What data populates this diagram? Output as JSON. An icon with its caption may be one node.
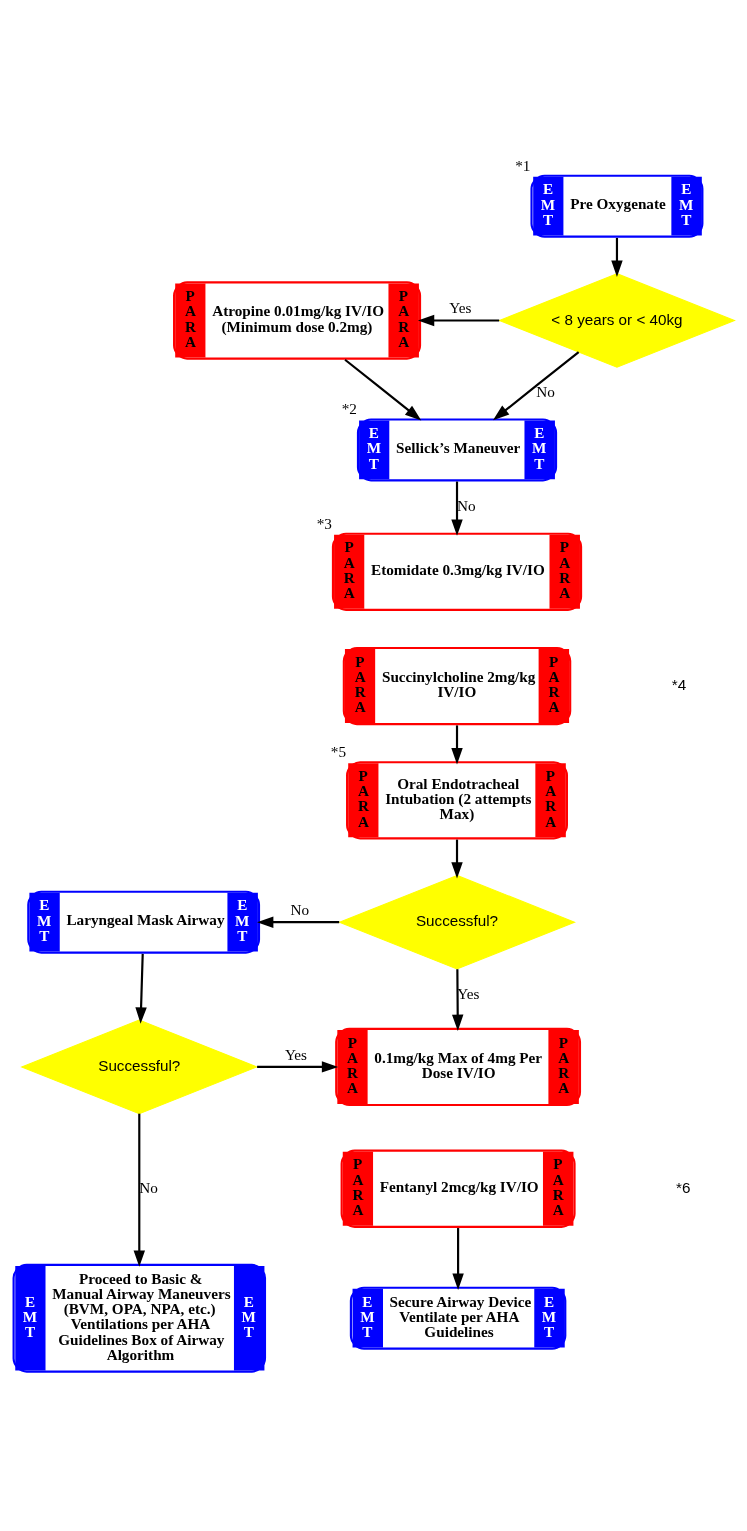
{
  "diagram": {
    "nodes": [
      {
        "text": [
          "E M T",
          "Pre Oxygenate",
          "E M T"
        ],
        "beside": [
          "*1"
        ]
      },
      {
        "text": [
          "< 8 years or < 40kg"
        ]
      },
      {
        "text": [
          "P A R A",
          "Atropine 0.01mg/kg IV/IO (Minimum dose 0.2mg)",
          "P A R A"
        ]
      },
      {
        "text": [
          "E M T",
          "Sellick’s Maneuver",
          "E M T"
        ],
        "beside": [
          "*2"
        ]
      },
      {
        "text": [
          "P A R A",
          "Etomidate 0.3mg/kg IV/IO",
          "P A R A"
        ],
        "beside": [
          "*3"
        ]
      },
      {
        "text": [
          "P A R A",
          "Succinylcholine 2mg/kg IV/IO",
          "P A R A"
        ]
      },
      {
        "text": [
          "P A R A",
          "Oral Endotracheal Intubation (2 attempts Max)",
          "P A R A"
        ],
        "beside": [
          "*5"
        ]
      },
      {
        "text": [
          "Successful?"
        ]
      },
      {
        "text": [
          "E M T",
          "Laryngeal Mask Airway",
          "E M T"
        ]
      },
      {
        "text": [
          "Successful?"
        ]
      },
      {
        "text": [
          "P A R A",
          "0.1mg/kg Max of 4mg Per Dose IV/IO",
          "P A R A"
        ]
      },
      {
        "text": [
          "P A R A",
          "Fentanyl 2mcg/kg IV/IO",
          "P A R A"
        ]
      },
      {
        "text": [
          "E M T",
          "Proceed to Basic & Manual Airway Maneuvers (BVM, OPA, NPA, etc.) Ventilations per AHA Guidelines Box of Airway Algorithm",
          "E M T"
        ]
      },
      {
        "text": [
          "E M T",
          "Secure Airway Device Ventilate per AHA Guidelines",
          "E M T"
        ]
      }
    ],
    "edges": [
      {
        "from": 0,
        "to": 1,
        "arrow": "to"
      },
      {
        "from": 1,
        "to": 2,
        "arrow": "to",
        "label": "Yes"
      },
      {
        "from": 1,
        "to": 3,
        "arrow": "to",
        "label": "No"
      },
      {
        "from": 2,
        "to": 3,
        "arrow": "to"
      },
      {
        "from": 3,
        "to": 4,
        "arrow": "to",
        "label": "No"
      },
      {
        "from": 5,
        "to": 6,
        "arrow": "to"
      },
      {
        "from": 6,
        "to": 7,
        "arrow": "to"
      },
      {
        "from": 7,
        "to": 8,
        "arrow": "to",
        "label": "No"
      },
      {
        "from": 7,
        "to": 10,
        "arrow": "to",
        "label": "Yes"
      },
      {
        "from": 8,
        "to": 9,
        "arrow": "to"
      },
      {
        "from": 9,
        "to": 10,
        "arrow": "to",
        "label": "Yes"
      },
      {
        "from": 9,
        "to": 12,
        "arrow": "to",
        "label": "No"
      },
      {
        "from": 11,
        "to": 13,
        "arrow": "to"
      }
    ],
    "labels": [
      "*4",
      "*6"
    ]
  }
}
